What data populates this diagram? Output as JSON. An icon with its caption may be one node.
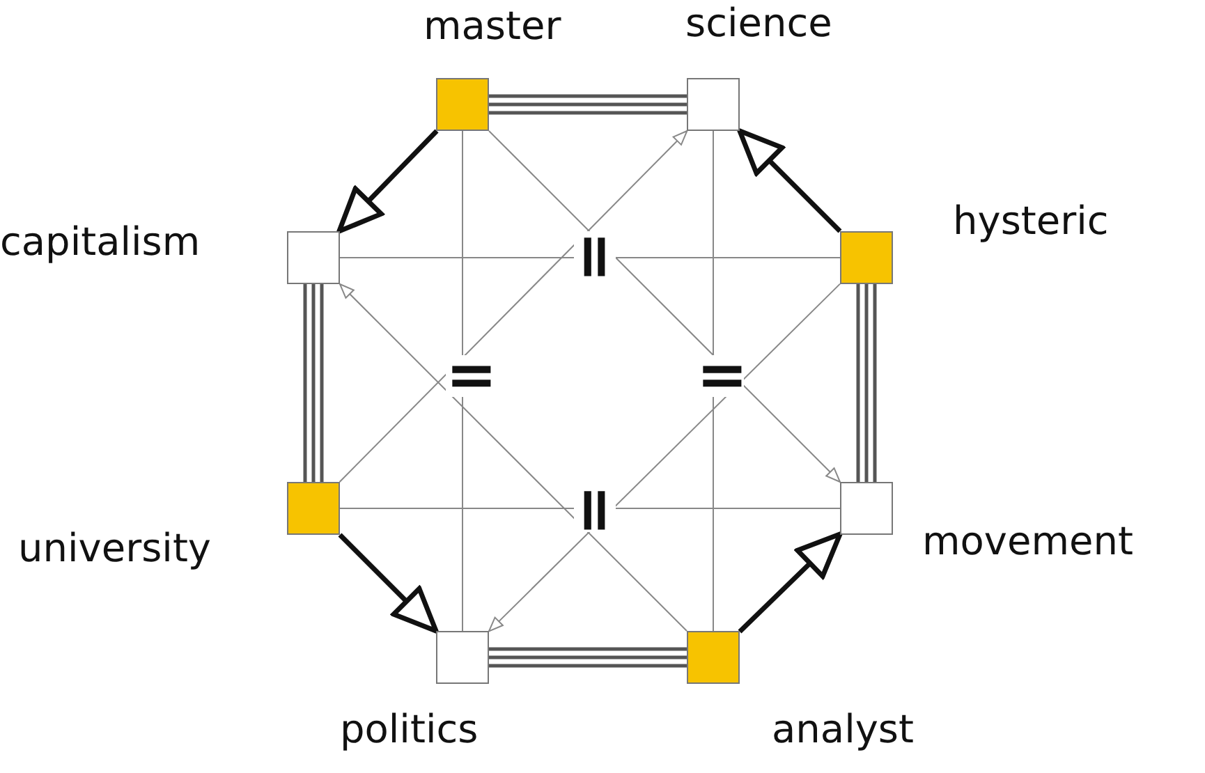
{
  "diagram": {
    "nodes": [
      {
        "text": [
          "master"
        ]
      },
      {
        "text": [
          "science"
        ]
      },
      {
        "text": [
          "capitalism"
        ]
      },
      {
        "text": [
          "hysteric"
        ]
      },
      {
        "text": [
          "university"
        ]
      },
      {
        "text": [
          "movement"
        ]
      },
      {
        "text": [
          "politics"
        ]
      },
      {
        "text": [
          "analyst"
        ]
      }
    ],
    "edges": [
      {
        "from": 0,
        "to": 1,
        "arrow": "none",
        "style": "thick"
      },
      {
        "from": 0,
        "to": 2,
        "arrow": "to",
        "style": "thick",
        "color": "#111111"
      },
      {
        "from": 3,
        "to": 1,
        "arrow": "to",
        "style": "thick",
        "color": "#111111"
      },
      {
        "from": 0,
        "to": 6,
        "arrow": "none"
      },
      {
        "from": 1,
        "to": 7,
        "arrow": "none"
      },
      {
        "from": 2,
        "to": 3,
        "arrow": "none"
      },
      {
        "from": 4,
        "to": 5,
        "arrow": "none"
      },
      {
        "from": 0,
        "to": 5,
        "arrow": "to"
      },
      {
        "from": 4,
        "to": 1,
        "arrow": "to"
      },
      {
        "from": 7,
        "to": 2,
        "arrow": "to"
      },
      {
        "from": 3,
        "to": 6,
        "arrow": "to"
      },
      {
        "from": 2,
        "to": 4,
        "arrow": "none",
        "style": "thick"
      },
      {
        "from": 3,
        "to": 5,
        "arrow": "none",
        "style": "thick"
      },
      {
        "from": 4,
        "to": 6,
        "arrow": "to",
        "style": "thick",
        "color": "#111111"
      },
      {
        "from": 7,
        "to": 5,
        "arrow": "to",
        "style": "thick",
        "color": "#111111"
      },
      {
        "from": 7,
        "to": 6,
        "arrow": "none",
        "style": "thick"
      }
    ],
    "labels": [
      "=",
      "=",
      "=",
      "="
    ]
  }
}
